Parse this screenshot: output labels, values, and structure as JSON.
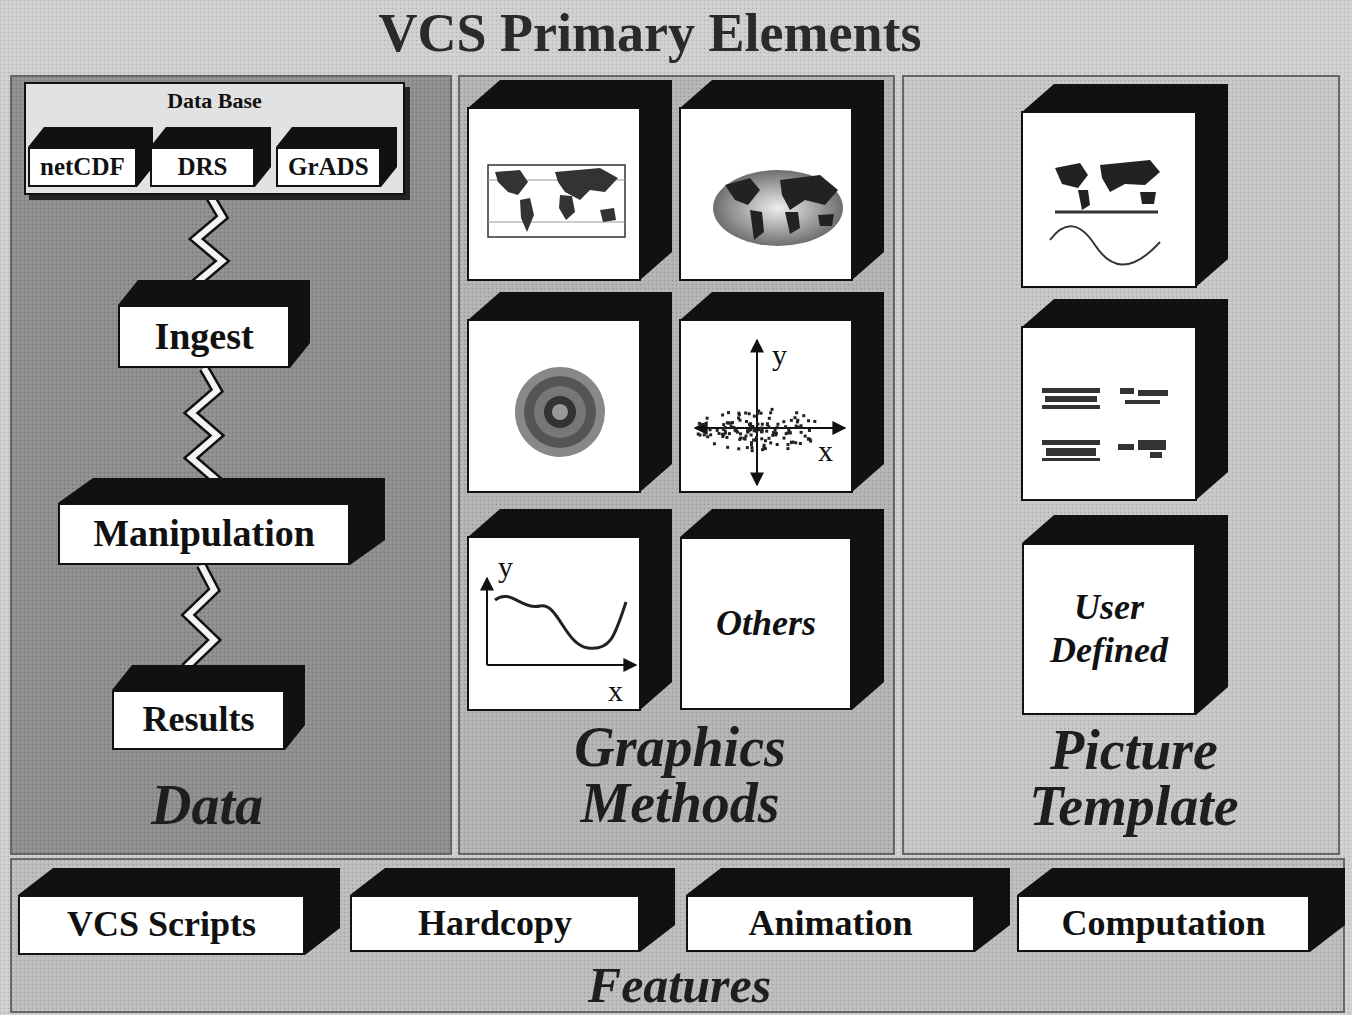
{
  "diagram": {
    "title": "VCS Primary Elements",
    "nodes": [
      {
        "text": [
          "Data"
        ]
      },
      {
        "text": [
          "Data Base"
        ],
        "in": 0
      },
      {
        "text": [
          "netCDF"
        ],
        "in": 1
      },
      {
        "text": [
          "DRS"
        ],
        "in": 1
      },
      {
        "text": [
          "GrADS"
        ],
        "in": 1
      },
      {
        "text": [
          "Ingest"
        ],
        "in": 0
      },
      {
        "text": [
          "Manipulation"
        ],
        "in": 0
      },
      {
        "text": [
          "Results"
        ],
        "in": 0
      },
      {
        "text": [
          "Graphics Methods"
        ]
      },
      {
        "text": [
          "Others"
        ],
        "in": 8
      },
      {
        "text": [
          "Picture Template"
        ]
      },
      {
        "text": [
          "User Defined"
        ],
        "in": 10
      },
      {
        "text": [
          "Features"
        ]
      },
      {
        "text": [
          "VCS Scripts"
        ],
        "in": 12
      },
      {
        "text": [
          "Hardcopy"
        ],
        "in": 12
      },
      {
        "text": [
          "Animation"
        ],
        "in": 12
      },
      {
        "text": [
          "Computation"
        ],
        "in": 12
      }
    ],
    "edges": [
      {
        "from": 1,
        "to": 5,
        "arrow": "none"
      },
      {
        "from": 5,
        "to": 6,
        "arrow": "none"
      },
      {
        "from": 6,
        "to": 7,
        "arrow": "none"
      }
    ],
    "labels": [
      "y",
      "x",
      "y",
      "x"
    ]
  }
}
